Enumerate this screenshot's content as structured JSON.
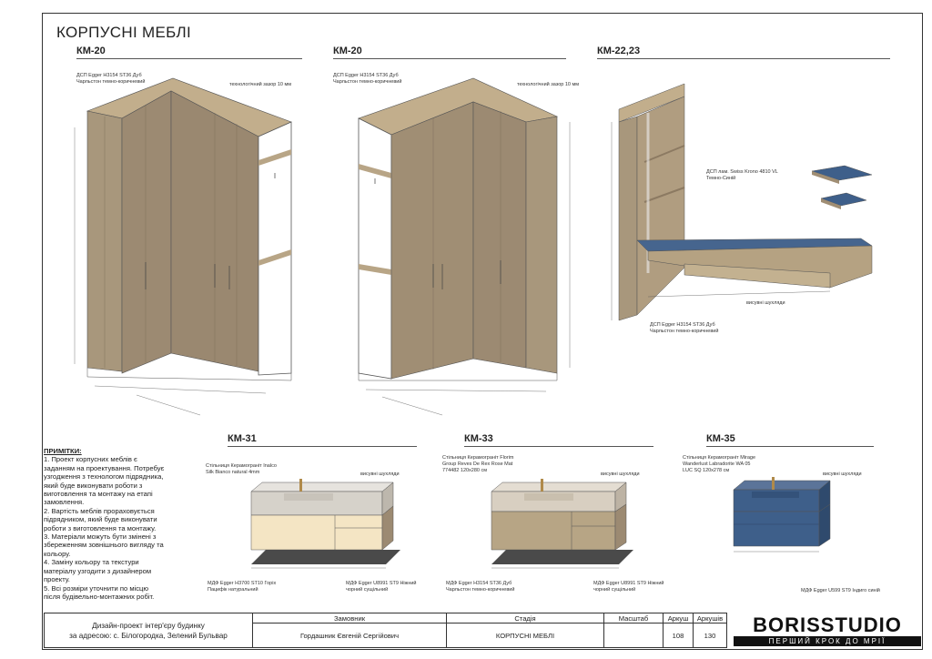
{
  "sheet_title": "КОРПУСНІ МЕБЛІ",
  "sections": {
    "km20a": "КМ-20",
    "km20b": "КМ-20",
    "km2223": "КМ-22,23",
    "km31": "КМ-31",
    "km33": "КМ-33",
    "km35": "КМ-35"
  },
  "labels": {
    "km20a_mat1": "ДСП Egger H3154 ST36 Дуб",
    "km20a_mat2": "Чарльстон темно-коричневий",
    "km20a_gap": "технологічний зазор 10 мм",
    "km20b_mat1": "ДСП Egger H3154 ST36 Дуб",
    "km20b_mat2": "Чарльстон темно-коричневий",
    "km20b_gap": "технологічний зазор 10 мм",
    "km22_top_mat1": "ДСП лам. Swiss Krono 4810 VL",
    "km22_top_mat2": "Темно-Синій",
    "km22_drawers": "висувні шухляди",
    "km22_bot_mat1": "ДСП Egger H3154 ST36 Дуб",
    "km22_bot_mat2": "Чарльстон темно-коричневий",
    "km31_top1": "Стільниця Керамограніт Inalco",
    "km31_top2": "Silk Bianco natural 4mm",
    "km31_drawers": "висувні шухляди",
    "km31_mdf1a": "МДФ Egger H3700 ST10 Горіх",
    "km31_mdf1b": "Пацифік натуральний",
    "km31_mdf2a": "МДФ Egger U8991 ST9 Ніжний",
    "km31_mdf2b": "чорний сущільний",
    "km33_top1": "Стільниця Керамограніт Florim",
    "km33_top2": "Group Reves De Rex Rose Mat",
    "km33_top3": "774482 120х280 см",
    "km33_drawers": "висувні шухляди",
    "km33_mdf1a": "МДФ Egger H3154 ST36 Дуб",
    "km33_mdf1b": "Чарльстон темно-коричневий",
    "km33_mdf2a": "МДФ Egger U8991 ST9 Ніжний",
    "km33_mdf2b": "чорний сущільний",
    "km35_top1": "Стільниця Керамограніт Mirage",
    "km35_top2": "Wanderlust Labradorite WA 05",
    "km35_top3": "LUC SQ 120х278 см",
    "km35_drawers": "висувні шухляди",
    "km35_mdf1": "МДФ Egger U599 ST9 Індиго синій"
  },
  "notes": {
    "title": "ПРИМІТКИ:",
    "items": [
      "1. Проект корпусних меблів є заданням на проектування. Потребує узгодження з технологом підрядника, який буде виконувати роботи з виготовлення та монтажу на етапі замовлення.",
      "2. Вартість меблів прораховується підрядником, який буде виконувати роботи з виготовлення та монтажу.",
      "3. Матеріали можуть бути змінені з збереженням зовнішнього вигляду та кольору.",
      "4. Заміну кольору та текстури матеріалу узгодити з дизайнером проекту.",
      "5. Всі розміри уточнити по місцю після будівельно-монтажних робіт."
    ]
  },
  "stamp": {
    "project_line1": "Дизайн-проект інтер'єру будинку",
    "project_line2": "за адресою: с. Білогородка, Зелений Бульвар",
    "customer_label": "Замовник",
    "customer": "Гордашник Євгеній Сергійович",
    "stage_label": "Стадія",
    "stage": "КОРПУСНІ МЕБЛІ",
    "scale_label": "Масштаб",
    "sheet_label": "Аркуш",
    "sheet": "108",
    "sheets_label": "Аркушів",
    "sheets": "130"
  },
  "logo": {
    "name": "BORISSTUDIO",
    "slogan": "ПЕРШИЙ КРОК ДО МРІЇ"
  },
  "colors": {
    "oak": "#9c8a72",
    "oak_light": "#b4a285",
    "navy": "#3e5f8a",
    "cream": "#f4e5c4",
    "black": "#4a4a4a",
    "stone": "#d6d2ca"
  }
}
